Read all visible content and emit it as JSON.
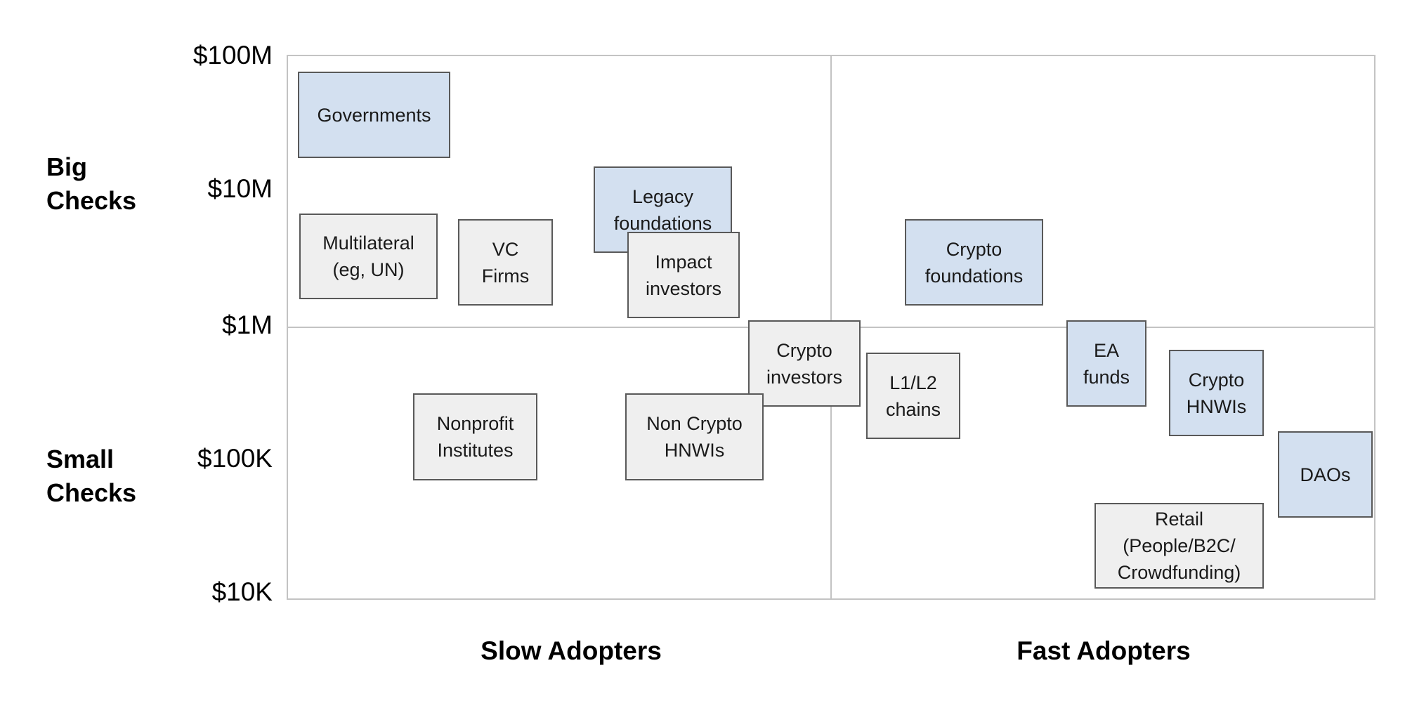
{
  "y_ticks": [
    "$100M",
    "$10M",
    "$1M",
    "$100K",
    "$10K"
  ],
  "y_labels": {
    "big": [
      "Big",
      "Checks"
    ],
    "small": [
      "Small",
      "Checks"
    ]
  },
  "x_labels": {
    "slow": "Slow Adopters",
    "fast": "Fast Adopters"
  },
  "colors": {
    "gray_box": "#efefef",
    "blue_box": "#d3e0f0",
    "border": "#595959",
    "grid": "#c3c3c3"
  },
  "nodes": [
    {
      "id": "governments",
      "label": "Governments",
      "color": "blue"
    },
    {
      "id": "multilateral",
      "label": "Multilateral\n(eg, UN)",
      "color": "gray"
    },
    {
      "id": "vc-firms",
      "label": "VC\nFirms",
      "color": "gray"
    },
    {
      "id": "legacy-foundations",
      "label": "Legacy\nfoundations",
      "color": "blue"
    },
    {
      "id": "impact-investors",
      "label": "Impact\ninvestors",
      "color": "gray"
    },
    {
      "id": "crypto-investors",
      "label": "Crypto\ninvestors",
      "color": "gray"
    },
    {
      "id": "nonprofit-institutes",
      "label": "Nonprofit\nInstitutes",
      "color": "gray"
    },
    {
      "id": "non-crypto-hnwis",
      "label": "Non Crypto\nHNWIs",
      "color": "gray"
    },
    {
      "id": "crypto-foundations",
      "label": "Crypto\nfoundations",
      "color": "blue"
    },
    {
      "id": "l1-l2-chains",
      "label": "L1/L2\nchains",
      "color": "gray"
    },
    {
      "id": "ea-funds",
      "label": "EA\nfunds",
      "color": "blue"
    },
    {
      "id": "crypto-hnwis",
      "label": "Crypto\nHNWIs",
      "color": "blue"
    },
    {
      "id": "daos",
      "label": "DAOs",
      "color": "blue"
    },
    {
      "id": "retail",
      "label": "Retail\n(People/B2C/\nCrowdfunding)",
      "color": "gray"
    }
  ]
}
